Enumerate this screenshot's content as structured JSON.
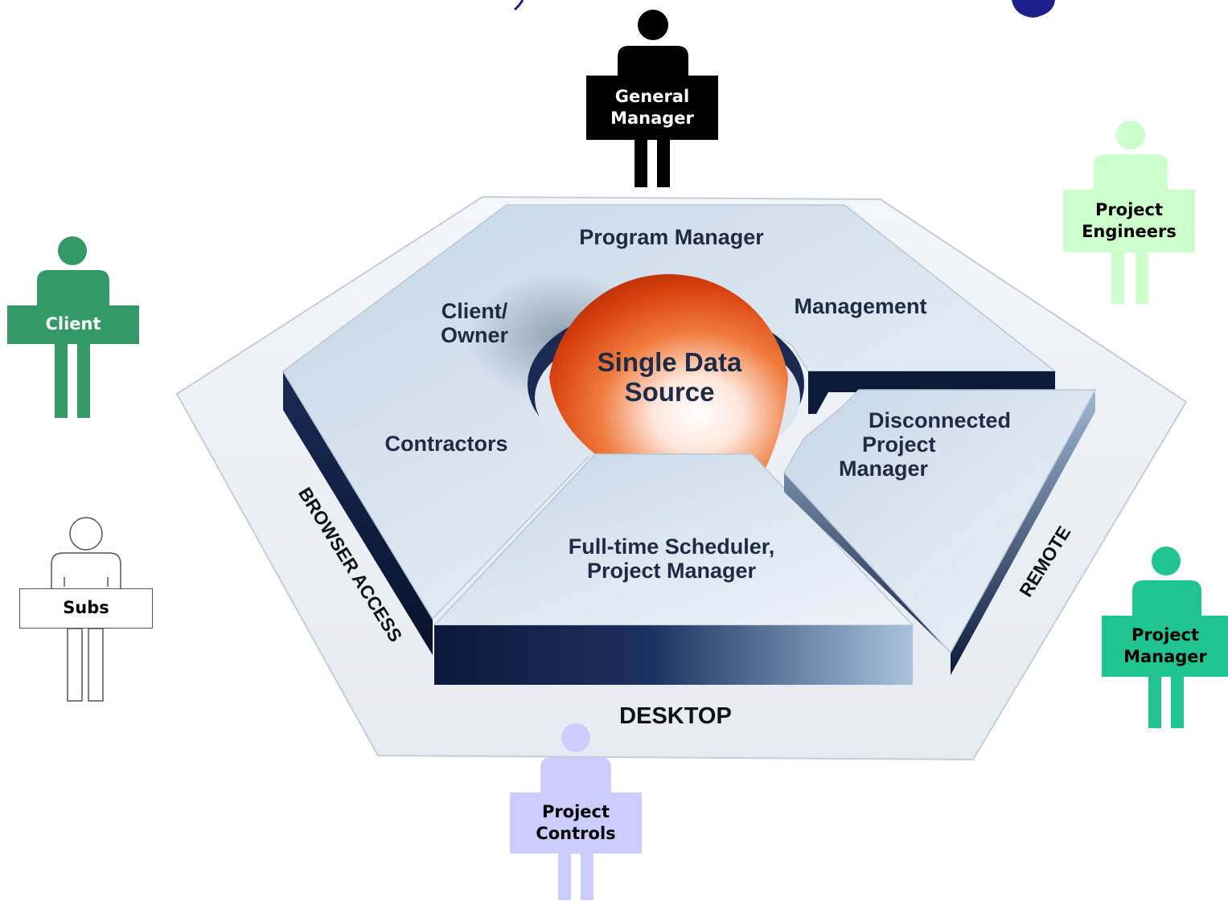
{
  "diagram": {
    "center": [
      "Single Data",
      "Source"
    ],
    "segments": {
      "program_manager": "Program Manager",
      "client_owner": [
        "Client/",
        "Owner"
      ],
      "management": "Management",
      "contractors": "Contractors",
      "disconnected_pm": [
        "Disconnected",
        "Project",
        "Manager"
      ],
      "scheduler": [
        "Full-time Scheduler,",
        "Project Manager"
      ]
    },
    "access_modes": {
      "browser": "BROWSER ACCESS",
      "remote": "REMOTE",
      "desktop": "DESKTOP"
    }
  },
  "roles": [
    {
      "id": "general-manager",
      "label": "General\nManager",
      "color": "#000000",
      "text_color": "#ffffff",
      "style": "filled"
    },
    {
      "id": "project-engineers",
      "label": "Project\nEngineers",
      "color": "#ccffcc",
      "text_color": "#000000",
      "style": "filled"
    },
    {
      "id": "client",
      "label": "Client",
      "color": "#339966",
      "text_color": "#ffffff",
      "style": "filled"
    },
    {
      "id": "subs",
      "label": "Subs",
      "color": "#ffffff",
      "text_color": "#000000",
      "style": "outline"
    },
    {
      "id": "project-manager",
      "label": "Project\nManager",
      "color": "#1fc490",
      "text_color": "#000000",
      "style": "filled"
    },
    {
      "id": "project-controls",
      "label": "Project\nControls",
      "color": "#ccccff",
      "text_color": "#000000",
      "style": "filled"
    }
  ],
  "colors": {
    "platform_light": "#d6e2ee",
    "platform_dark": "#0c1a3a",
    "sphere": "#e04a12",
    "corner_accent": "#1e1e8c"
  }
}
